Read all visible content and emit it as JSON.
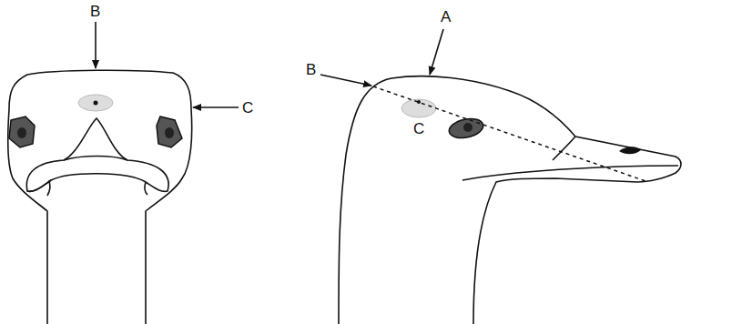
{
  "diagram": {
    "labels": [
      "B",
      "C",
      "A",
      "B",
      "C"
    ]
  }
}
